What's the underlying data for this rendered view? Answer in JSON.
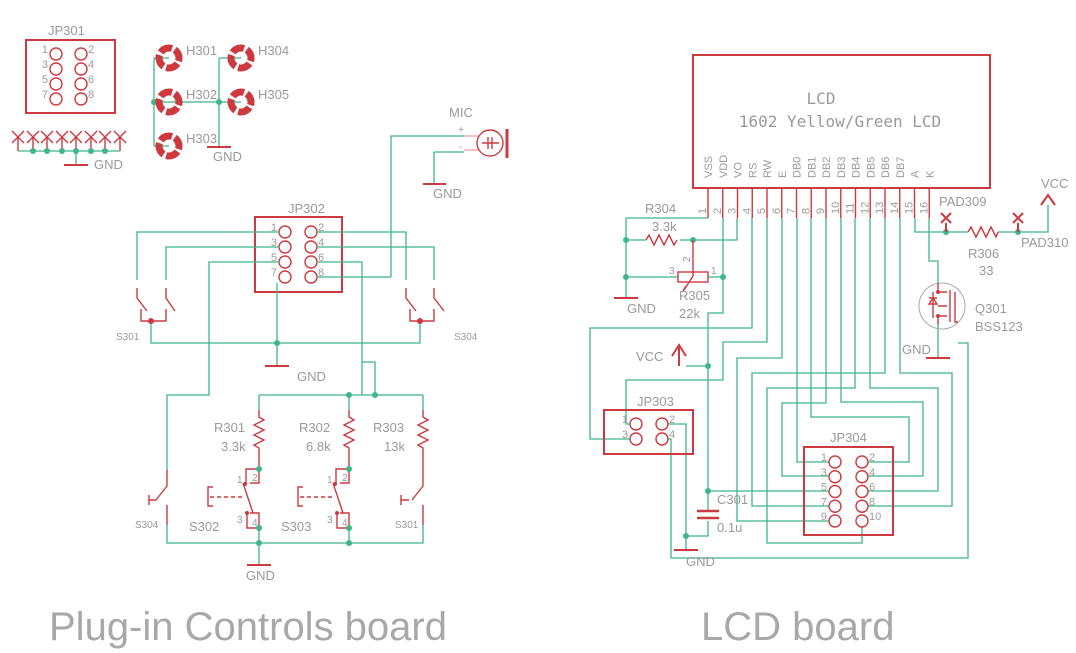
{
  "colors": {
    "component": "#cc3a40",
    "wire": "#3fb58a",
    "text": "#9a9a9a"
  },
  "left_board": {
    "title": "Plug-in Controls board",
    "jp301": {
      "ref": "JP301",
      "pins": [
        "1",
        "2",
        "3",
        "4",
        "5",
        "6",
        "7",
        "8"
      ]
    },
    "jp302": {
      "ref": "JP302",
      "pins": [
        "1",
        "2",
        "3",
        "4",
        "5",
        "6",
        "7",
        "8"
      ]
    },
    "holes": [
      "H301",
      "H304",
      "H302",
      "H305",
      "H303"
    ],
    "mic": {
      "ref": "MIC",
      "plus": "+",
      "minus": "-"
    },
    "gnd": "GND",
    "resistors": [
      {
        "ref": "R301",
        "value": "3.3k"
      },
      {
        "ref": "R302",
        "value": "6.8k"
      },
      {
        "ref": "R303",
        "value": "13k"
      }
    ],
    "switches": {
      "s301": "S301",
      "s302": "S302",
      "s303": "S303",
      "s304": "S304"
    },
    "switch_pins": [
      "1",
      "2",
      "3",
      "4"
    ]
  },
  "right_board": {
    "title": "LCD board",
    "lcd": {
      "name": "LCD",
      "description": "1602 Yellow/Green LCD",
      "pin_names": [
        "VSS",
        "VDD",
        "VO",
        "RS",
        "RW",
        "E",
        "DB0",
        "DB1",
        "DB2",
        "DB3",
        "DB4",
        "DB5",
        "DB6",
        "DB7",
        "A",
        "K"
      ],
      "pin_numbers": [
        "1",
        "2",
        "3",
        "4",
        "5",
        "6",
        "7",
        "8",
        "9",
        "10",
        "11",
        "12",
        "13",
        "14",
        "15",
        "16"
      ]
    },
    "r304": {
      "ref": "R304",
      "value": "3.3k"
    },
    "r305": {
      "ref": "R305",
      "value": "22k",
      "pins": [
        "3",
        "1",
        "2"
      ]
    },
    "r306": {
      "ref": "R306",
      "value": "33"
    },
    "c301": {
      "ref": "C301",
      "value": "0.1u"
    },
    "q301": {
      "ref": "Q301",
      "value": "BSS123"
    },
    "pad309": "PAD309",
    "pad310": "PAD310",
    "vcc": "VCC",
    "gnd": "GND",
    "jp303": {
      "ref": "JP303",
      "pins": [
        "1",
        "2",
        "3",
        "4"
      ]
    },
    "jp304": {
      "ref": "JP304",
      "pins": [
        "1",
        "2",
        "3",
        "4",
        "5",
        "6",
        "7",
        "8",
        "9",
        "10"
      ]
    }
  }
}
